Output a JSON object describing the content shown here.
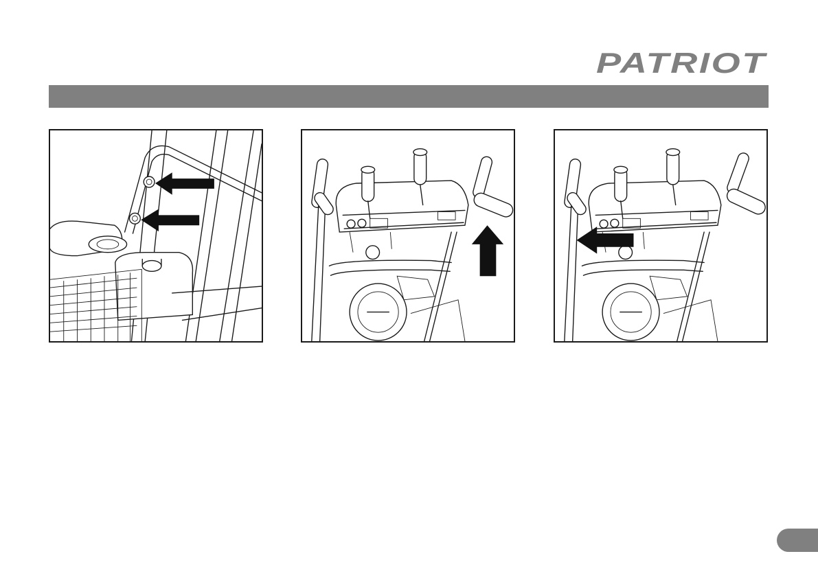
{
  "brand": {
    "logo_text": "PATRIOT"
  },
  "colors": {
    "header_bar": "#808080",
    "page_tab": "#808080",
    "line_art": "#1a1a1a"
  },
  "figures": [
    {
      "id": "figure-1",
      "arrows": [
        "left",
        "left"
      ]
    },
    {
      "id": "figure-2",
      "arrows": [
        "up"
      ]
    },
    {
      "id": "figure-3",
      "arrows": [
        "left"
      ]
    }
  ],
  "page_tab": {
    "label": ""
  }
}
